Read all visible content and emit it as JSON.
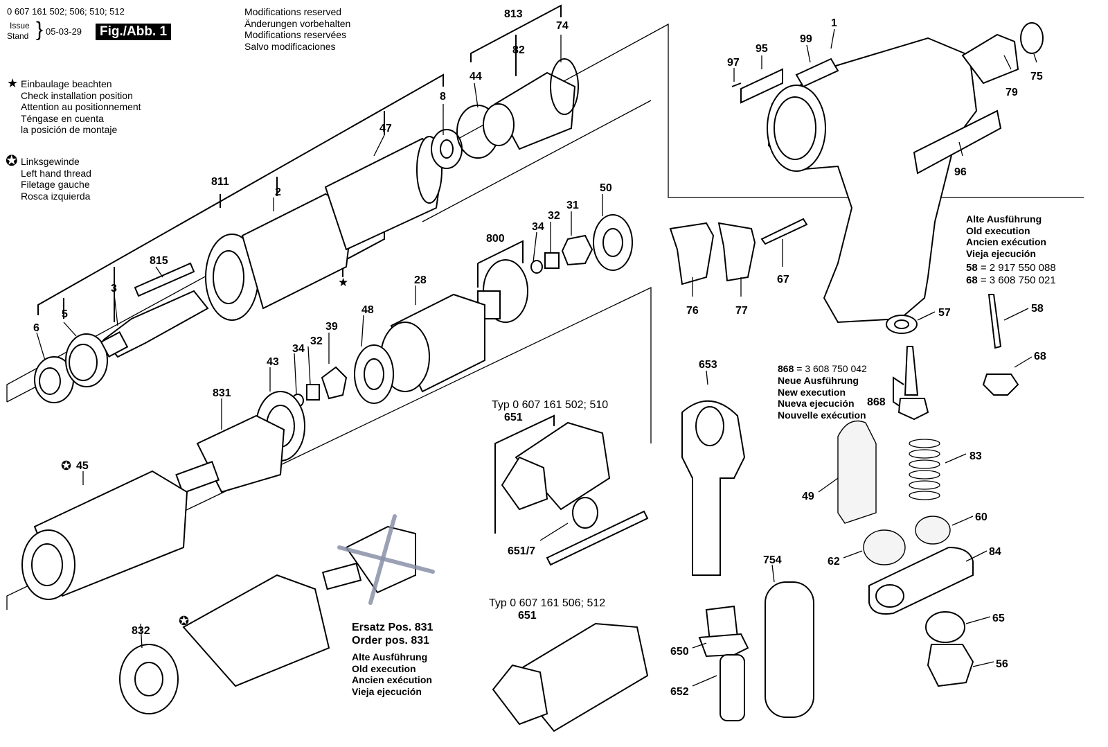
{
  "header": {
    "doc_number": "0 607 161 502; 506; 510; 512",
    "issue_label": "Issue",
    "stand_label": "Stand",
    "date": "05-03-29",
    "fig_label": "Fig./Abb. 1",
    "modifications": [
      "Modifications reserved",
      "Änderungen vorbehalten",
      "Modifications reservées",
      "Salvo modificaciones"
    ]
  },
  "legend": {
    "star_symbol": "★",
    "star_lines": [
      "Einbaulage beachten",
      "Check installation position",
      "Attention au positionnement",
      "Téngase en cuenta",
      "la posición de montaje"
    ],
    "lefthand_symbol": "✪",
    "lefthand_lines": [
      "Linksgewinde",
      "Left hand thread",
      "Filetage gauche",
      "Rosca izquierda"
    ]
  },
  "notes": {
    "old_execution_top": [
      "Alte Ausführung",
      "Old execution",
      "Ancien exécution",
      "Vieja ejecución"
    ],
    "part58_num": "58",
    "part58_eq": "= 2 917 550 088",
    "part68_num": "68",
    "part68_eq": "= 3 608 750 021",
    "part868_num": "868",
    "part868_eq": "= 3 608 750 042",
    "new_execution": [
      "Neue Ausführung",
      "New execution",
      "Nueva ejecución",
      "Nouvelle exécution"
    ],
    "typ_top": "Typ 0 607 161 502; 510",
    "typ_bottom": "Typ 0 607 161 506; 512",
    "replacement": [
      "Ersatz Pos. 831",
      "Order pos. 831"
    ],
    "old_execution_bottom": [
      "Alte Ausführung",
      "Old execution",
      "Ancien exécution",
      "Vieja ejecución"
    ]
  },
  "callouts": {
    "p813": "813",
    "p74": "74",
    "p82": "82",
    "p44": "44",
    "p8": "8",
    "p47": "47",
    "p811": "811",
    "p2": "2",
    "p815": "815",
    "p3": "3",
    "p5": "5",
    "p6": "6",
    "p800": "800",
    "p34a": "34",
    "p32a": "32",
    "p31": "31",
    "p50": "50",
    "p28": "28",
    "p48": "48",
    "p39": "39",
    "p32b": "32",
    "p34b": "34",
    "p43": "43",
    "p831": "831",
    "p45": "45",
    "p651a": "651",
    "p6517": "651/7",
    "p651b": "651",
    "p832": "832",
    "p1": "1",
    "p99": "99",
    "p95": "95",
    "p97": "97",
    "p75": "75",
    "p79": "79",
    "p96": "96",
    "p76": "76",
    "p77": "77",
    "p67": "67",
    "p57": "57",
    "p58": "58",
    "p68": "68",
    "p868": "868",
    "p653": "653",
    "p83": "83",
    "p49": "49",
    "p60": "60",
    "p62": "62",
    "p84": "84",
    "p754": "754",
    "p65": "65",
    "p56": "56",
    "p650": "650",
    "p652": "652"
  }
}
